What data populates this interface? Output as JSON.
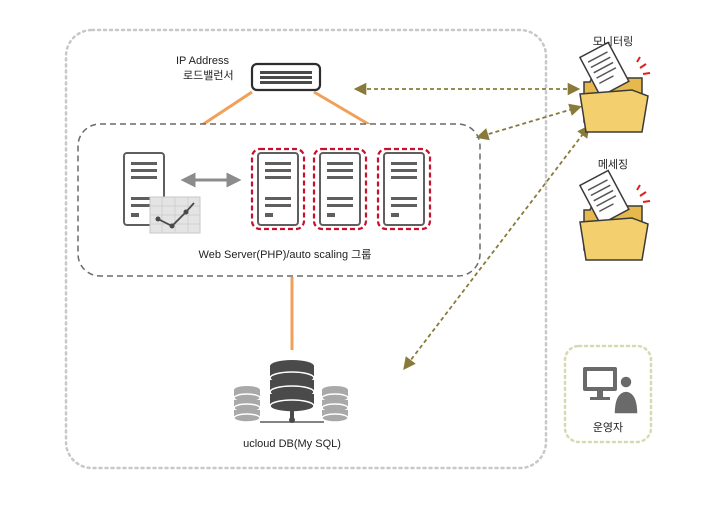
{
  "load_balancer": {
    "line1": "IP Address",
    "line2": "로드밸런서"
  },
  "web_group": {
    "label": "Web Server(PHP)/auto scaling 그룹"
  },
  "database": {
    "label": "ucloud DB(My SQL)"
  },
  "monitoring": {
    "label": "모니터링"
  },
  "messaging": {
    "label": "메세징"
  },
  "operator": {
    "label": "운영자"
  },
  "colors": {
    "server_gray": "#5f5f5f",
    "highlight_red": "#c8102e",
    "connector_orange": "#f0a058",
    "dashed_olive": "#8a7a3a",
    "folder_yellow": "#f3cf6e",
    "operator_border": "#d9d9b0"
  }
}
